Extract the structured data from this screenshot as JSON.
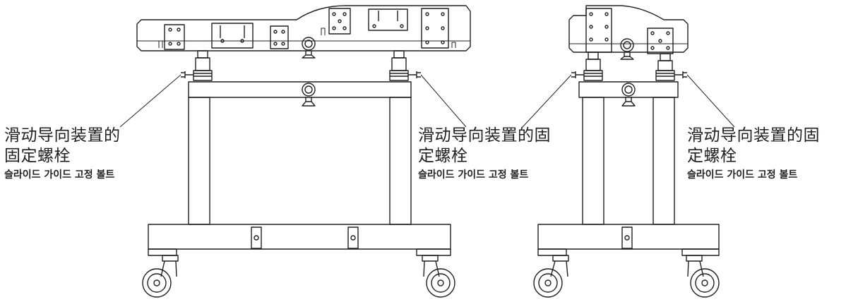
{
  "callouts": [
    {
      "zh_line1": "滑动导向装置的",
      "zh_line2": "固定螺栓",
      "ko": "슬라이드 가이드 고정 볼트"
    },
    {
      "zh_line1": "滑动导向装置的固",
      "zh_line2": "定螺栓",
      "ko": "슬라이드 가이드 고정 볼트"
    },
    {
      "zh_line1": "滑动导向装置的固",
      "zh_line2": "定螺栓",
      "ko": "슬라이드 가이드 고정 볼트"
    }
  ],
  "colors": {
    "line": "#231f20",
    "background": "#ffffff"
  }
}
